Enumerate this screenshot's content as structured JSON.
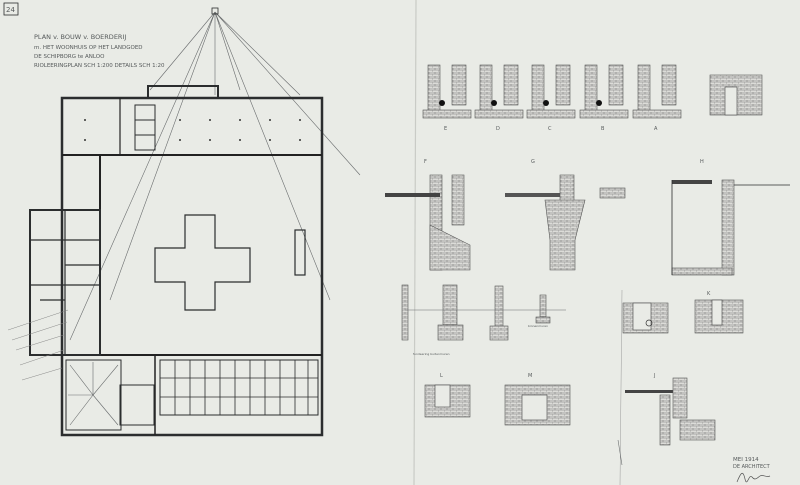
{
  "sheet_number": "24",
  "title": {
    "line1": "PLAN v. BOUW v. BOERDERIJ",
    "line2": "m. HET WOONHUIS OP HET LANDGOED",
    "line3": "DE SCHIPBORG te ANLOO",
    "line4": "RIOLEERINGPLAN SCH 1:200 DETAILS SCH 1:20"
  },
  "detail_labels": {
    "row1": [
      "E",
      "D",
      "C",
      "B",
      "A"
    ],
    "row2": [
      "F",
      "G",
      "H"
    ],
    "row4": [
      "L",
      "M",
      "J"
    ],
    "right_small": "K"
  },
  "notes": {
    "foundation_caption": "fundeering buitenmuren",
    "foundation_caption2": "binnenmuren"
  },
  "signature_block": {
    "date": "MEI 1914",
    "role": "DE ARCHITECT",
    "signature": "signature"
  }
}
